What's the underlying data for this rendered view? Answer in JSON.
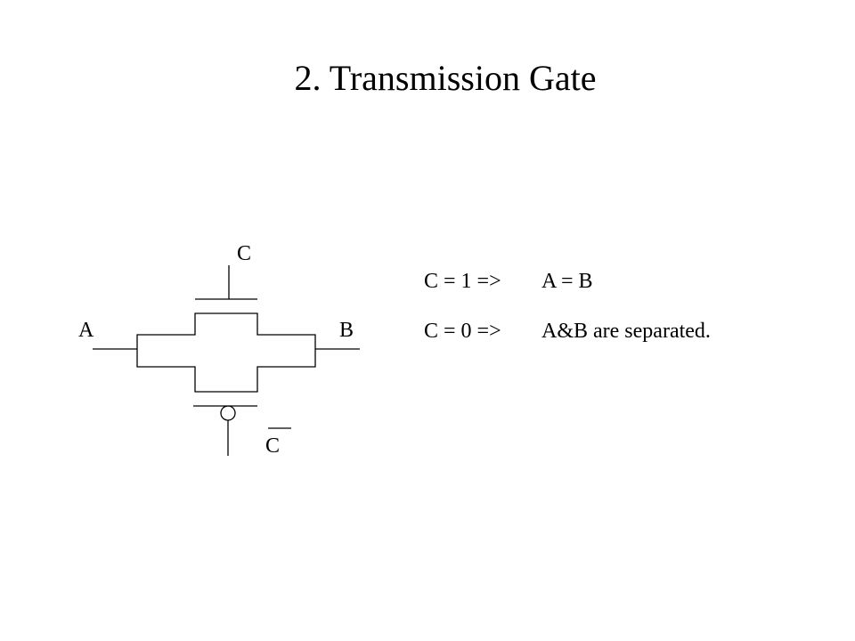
{
  "slide": {
    "title": "2. Transmission Gate"
  },
  "circuit": {
    "control_label_top": "C",
    "control_label_bottom": "C",
    "input_label": "A",
    "output_label": "B"
  },
  "rules": [
    {
      "condition": "C = 1 =>",
      "result": "A = B"
    },
    {
      "condition": "C = 0 =>",
      "result": "A&B are separated."
    }
  ]
}
